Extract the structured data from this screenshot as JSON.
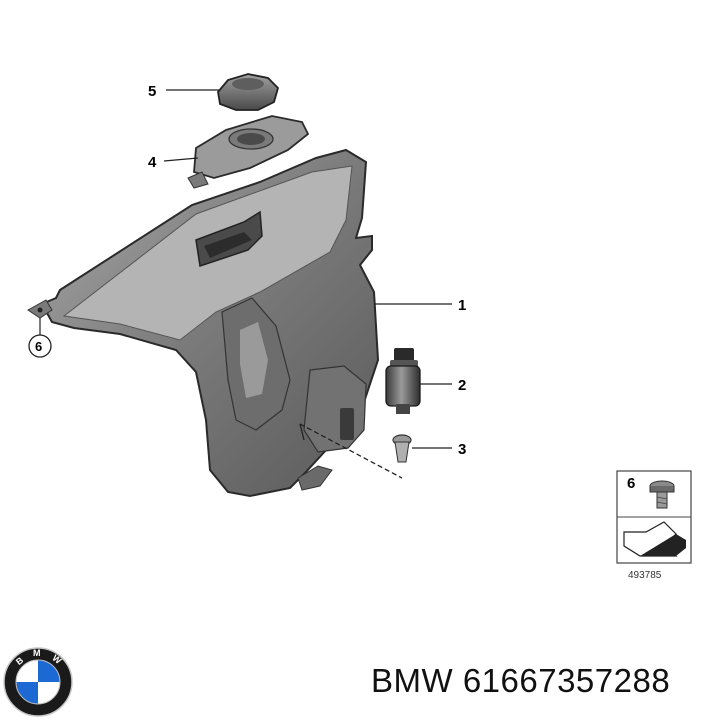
{
  "diagram": {
    "callouts": [
      {
        "id": "1",
        "label": "1"
      },
      {
        "id": "2",
        "label": "2"
      },
      {
        "id": "3",
        "label": "3"
      },
      {
        "id": "4",
        "label": "4"
      },
      {
        "id": "5",
        "label": "5"
      },
      {
        "id": "6",
        "label": "6"
      }
    ],
    "inset": {
      "callout": "6",
      "reference_number": "493785"
    }
  },
  "footer": {
    "brand": "BMW",
    "part_number": "61667357288",
    "caption": "BMW 61667357288",
    "logo_letters": "BMW"
  },
  "colors": {
    "tank_dark": "#5e5e5e",
    "tank_mid": "#8c8c8c",
    "tank_light": "#c4c4c4",
    "logo_blue": "#1c69d4",
    "logo_black": "#1a1a1a"
  }
}
